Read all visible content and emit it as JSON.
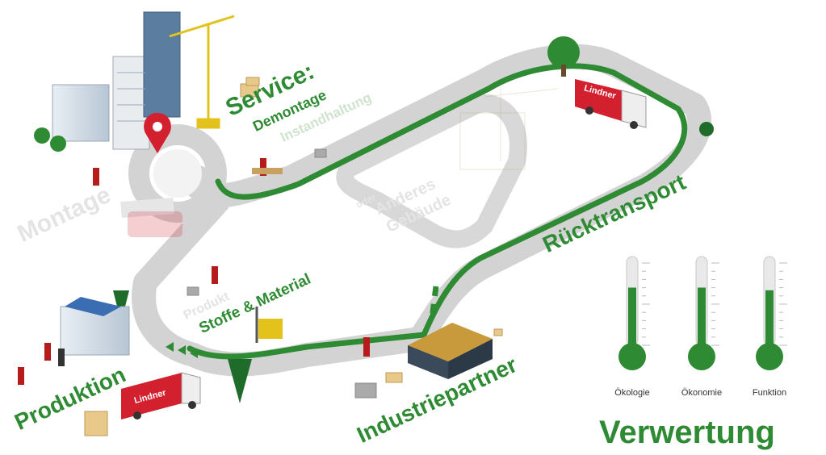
{
  "labels": {
    "service": "Service:",
    "demontage": "Demontage",
    "instandhaltung": "Instandhaltung",
    "montage": "Montage",
    "oder": "oder",
    "anderes": "Anderes",
    "gebaeude": "Gebäude",
    "produkt": "Produkt",
    "stoffe_material": "Stoffe & Material",
    "ruecktransport": "Rücktransport",
    "industriepartner": "Industriepartner",
    "produktion": "Produktion",
    "verwertung": "Verwertung"
  },
  "truck_brand": "Lindner",
  "thermometers": [
    {
      "label": "Ökologie",
      "level": 0.65
    },
    {
      "label": "Ökonomie",
      "level": 0.65
    },
    {
      "label": "Funktion",
      "level": 0.62
    }
  ],
  "colors": {
    "green": "#2e8b33",
    "road": "#d3d3d3",
    "truck_red": "#d3202f"
  }
}
